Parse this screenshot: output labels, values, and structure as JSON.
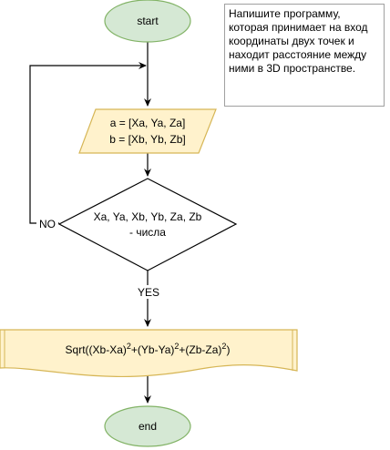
{
  "diagram": {
    "start_label": "start",
    "input_line1": "a = [Xa, Ya, Za]",
    "input_line2": "b = [Xb, Yb, Zb]",
    "decision_line1": "Xa, Ya, Xb, Yb, Za, Zb",
    "decision_line2": "- числа",
    "no_label": "NO",
    "yes_label": "YES",
    "formula": {
      "p1": "Sqrt((Xb-Xa)",
      "e1": "2",
      "p2": "+(Yb-Ya)",
      "e2": "2",
      "p3": "+(Zb-Za)",
      "e3": "2",
      "p4": ")"
    },
    "end_label": "end",
    "note_text": "Напишите программу, которая принимает на вход координаты двух точек и находит расстояние между ними в 3D пространстве."
  },
  "colors": {
    "terminal_fill": "#d5e8d4",
    "terminal_stroke": "#82b366",
    "io_fill": "#fff2cc",
    "io_stroke": "#d6b656",
    "line": "#000000"
  }
}
